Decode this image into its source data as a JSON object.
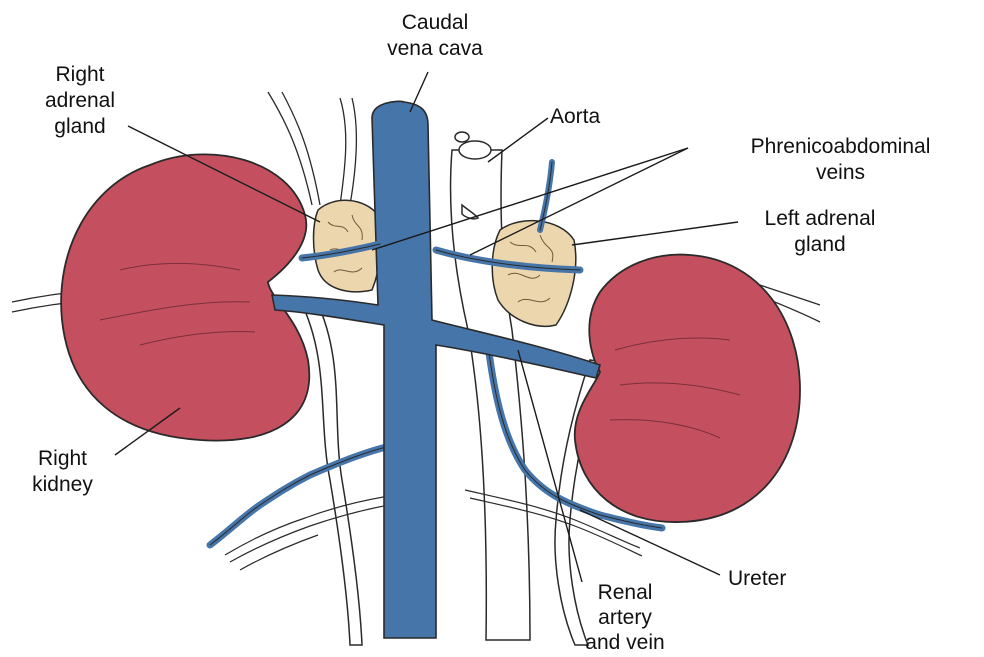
{
  "colors": {
    "background": "#ffffff",
    "kidney": "#c4505f",
    "vein": "#4675aa",
    "adrenal": "#ecd6ae",
    "outline": "#2a2a2a",
    "text": "#111111"
  },
  "labels": {
    "caudal_vena_cava": [
      "Caudal",
      "vena cava"
    ],
    "right_adrenal_gland": [
      "Right",
      "adrenal",
      "gland"
    ],
    "aorta": [
      "Aorta"
    ],
    "phrenicoabdominal_veins": [
      "Phrenicoabdominal",
      "veins"
    ],
    "left_adrenal_gland": [
      "Left adrenal",
      "gland"
    ],
    "right_kidney": [
      "Right",
      "kidney"
    ],
    "ureter": [
      "Ureter"
    ],
    "renal_artery_and_vein": [
      "Renal",
      "artery",
      "and vein"
    ]
  }
}
